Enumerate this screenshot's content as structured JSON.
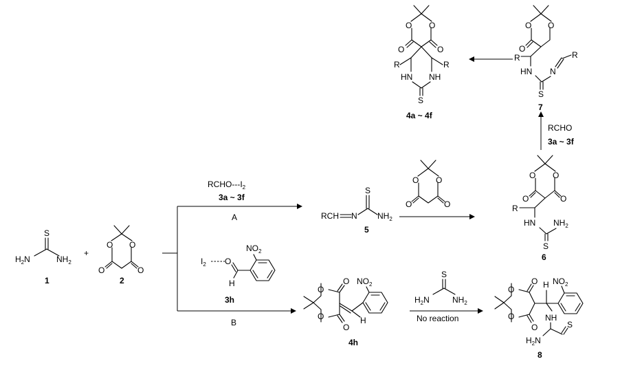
{
  "compounds": {
    "c1": "1",
    "c2": "2",
    "c4af": "4a ~ 4f",
    "c5": "5",
    "c6": "6",
    "c7": "7",
    "c3h": "3h",
    "c4h": "4h",
    "c8": "8"
  },
  "atoms": {
    "O": "O",
    "S": "S",
    "H": "H",
    "R": "R",
    "N": "N",
    "NH": "NH",
    "HN": "HN",
    "H2N": "H",
    "NH2": "NH",
    "two": "2",
    "NO": "NO",
    "I": "I",
    "plus": "+",
    "rch": "RCH",
    "rchoN": "N"
  },
  "conditions": {
    "a_reagent": "RCHO---I",
    "a_reagent_sub": "2",
    "a_compounds": "3a ~ 3f",
    "a_label": "A",
    "b_label": "B",
    "rcho": "RCHO",
    "rcho_compounds": "3a ~ 3f",
    "no_reaction": "No reaction",
    "i2_sub": "2",
    "i2": "I"
  },
  "colors": {
    "ink": "#000000",
    "background": "#ffffff"
  }
}
